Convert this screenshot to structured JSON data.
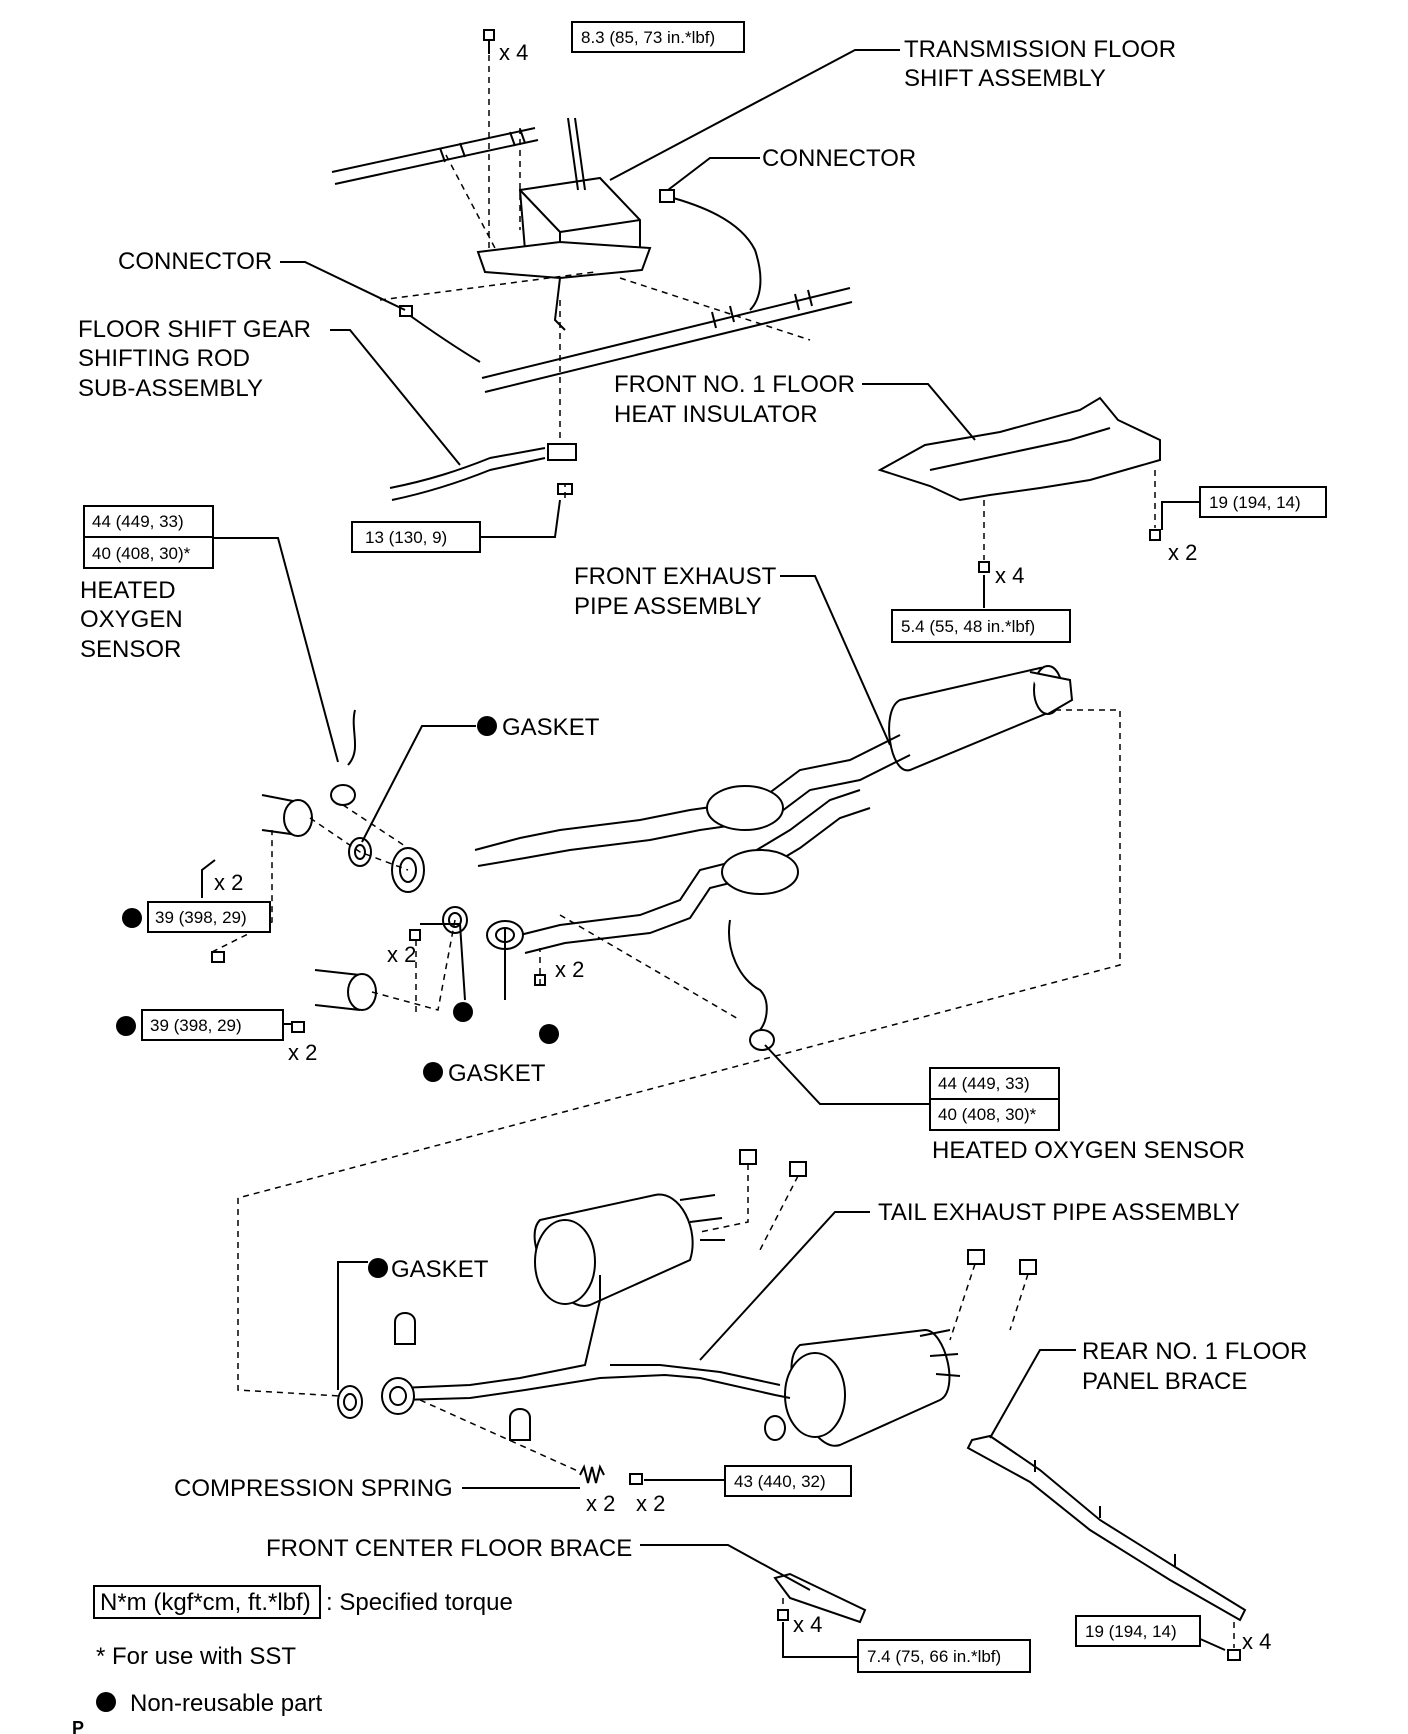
{
  "labels": {
    "transmission": [
      "TRANSMISSION FLOOR",
      "SHIFT ASSEMBLY"
    ],
    "connector_top": "CONNECTOR",
    "connector_left": "CONNECTOR",
    "shifting_rod": [
      "FLOOR SHIFT GEAR",
      "SHIFTING ROD",
      "SUB-ASSEMBLY"
    ],
    "front_insulator": [
      "FRONT NO. 1 FLOOR",
      "HEAT INSULATOR"
    ],
    "heated_o2_left": [
      "HEATED",
      "OXYGEN",
      "SENSOR"
    ],
    "front_exhaust": [
      "FRONT EXHAUST",
      "PIPE ASSEMBLY"
    ],
    "gasket_1": "GASKET",
    "gasket_2": "GASKET",
    "gasket_3": "GASKET",
    "heated_o2_right": "HEATED OXYGEN SENSOR",
    "tail_exhaust": "TAIL EXHAUST PIPE ASSEMBLY",
    "rear_brace": [
      "REAR NO. 1 FLOOR",
      "PANEL BRACE"
    ],
    "compression_spring": "COMPRESSION SPRING",
    "front_center_brace": "FRONT CENTER FLOOR BRACE"
  },
  "torques": {
    "shift_bolt": "8.3 (85, 73 in.*lbf)",
    "rod_nut": "13 (130, 9)",
    "insulator_bolt": "19 (194, 14)",
    "insulator_nut": "5.4 (55, 48 in.*lbf)",
    "o2_left": [
      "44 (449, 33)",
      "40 (408, 30)*"
    ],
    "o2_right": [
      "44 (449, 33)",
      "40 (408, 30)*"
    ],
    "flange_nut_1": "39 (398, 29)",
    "flange_nut_2": "39 (398, 29)",
    "tail_bolt": "43 (440, 32)",
    "rear_brace_bolt": "19 (194, 14)",
    "center_brace_bolt": "7.4 (75, 66 in.*lbf)"
  },
  "quantities": {
    "shift_bolt": "x 4",
    "insulator_bolt": "x 2",
    "insulator_nut": "x 4",
    "flange_nut_1": "x 2",
    "bolt_mid_left": "x 2",
    "bolt_mid_right": "x 2",
    "flange_nut_2": "x 2",
    "spring": "x 2",
    "tail_bolt": "x 2",
    "center_brace": "x 4",
    "rear_brace": "x 4"
  },
  "legend": {
    "torque_box": "N*m (kgf*cm, ft.*lbf)",
    "torque_text": ": Specified torque",
    "sst": "* For use with SST",
    "non_reusable": "Non-reusable part"
  },
  "corner_mark": "P"
}
